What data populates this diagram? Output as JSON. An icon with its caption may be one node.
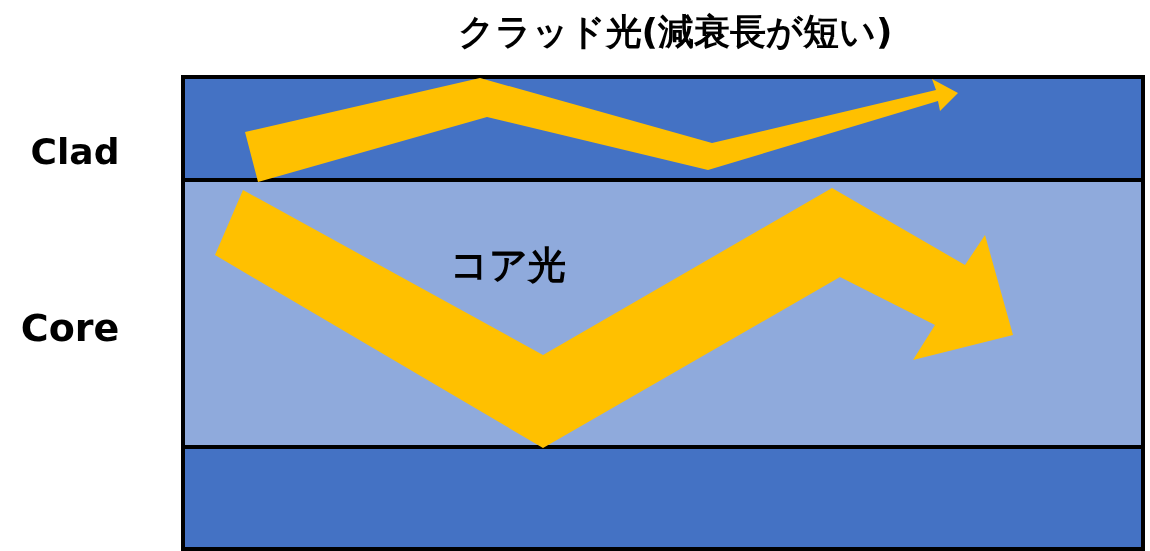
{
  "diagram": {
    "labels": [
      "クラッド光(減衰長が短い)",
      "Clad",
      "Core",
      "コア光"
    ]
  }
}
